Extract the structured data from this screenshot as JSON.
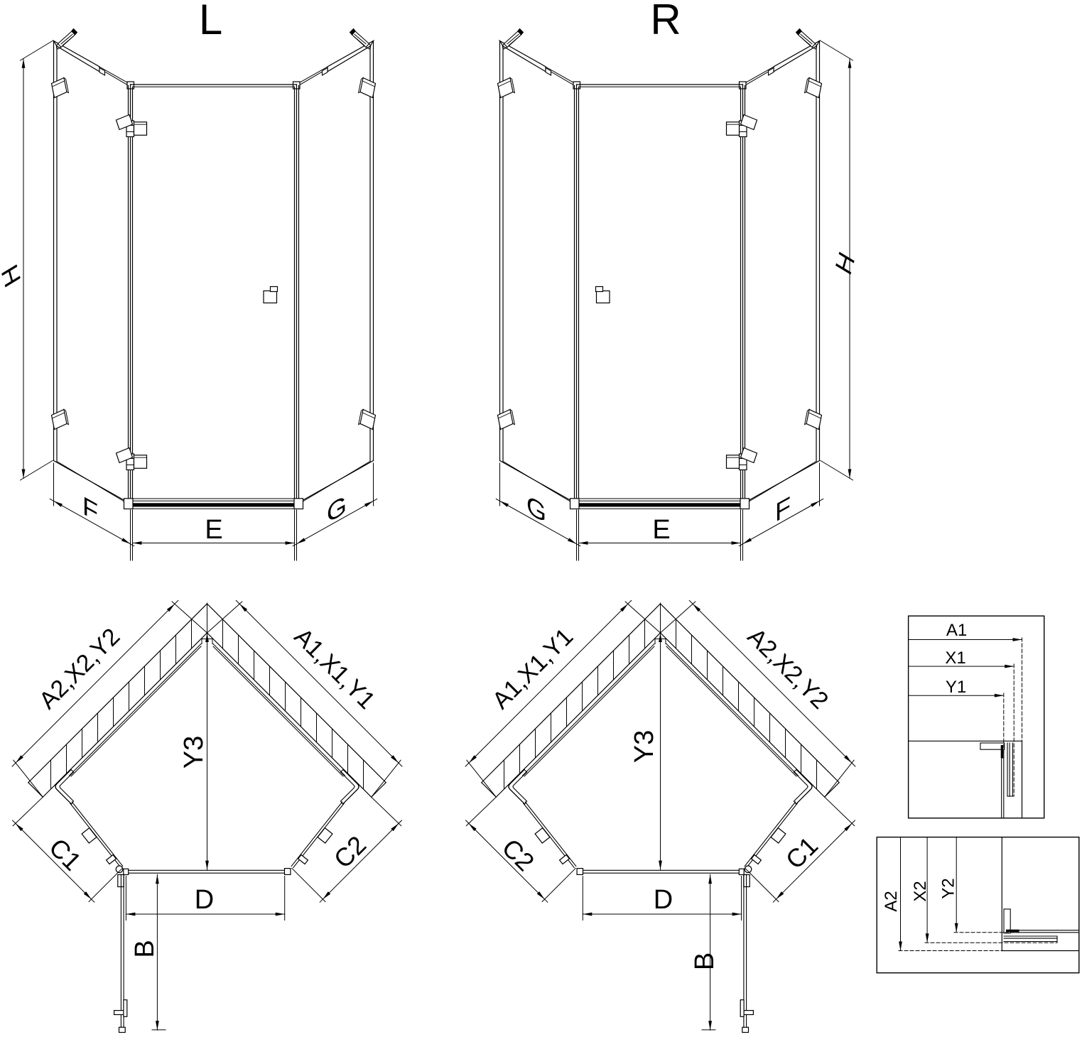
{
  "figure_left": {
    "title": "L",
    "height_label": "H",
    "left_panel_label": "F",
    "door_label": "E",
    "right_panel_label": "G"
  },
  "figure_right": {
    "title": "R",
    "height_label": "H",
    "left_panel_label": "G",
    "door_label": "E",
    "right_panel_label": "F"
  },
  "plan_left": {
    "left_wall_label": "A2,X2,Y2",
    "right_wall_label": "A1,X1,Y1",
    "depth_label": "Y3",
    "left_side_label": "C1",
    "right_side_label": "C2",
    "door_width_label": "D",
    "door_swing_label": "B"
  },
  "plan_right": {
    "left_wall_label": "A1,X1,Y1",
    "right_wall_label": "A2,X2,Y2",
    "depth_label": "Y3",
    "left_side_label": "C2",
    "right_side_label": "C1",
    "door_width_label": "D",
    "door_swing_label": "B"
  },
  "detail_top": {
    "labels": [
      "A1",
      "X1",
      "Y1"
    ]
  },
  "detail_bottom": {
    "labels": [
      "A2",
      "X2",
      "Y2"
    ]
  },
  "colors": {
    "ink": "#000000",
    "paper": "#ffffff"
  }
}
